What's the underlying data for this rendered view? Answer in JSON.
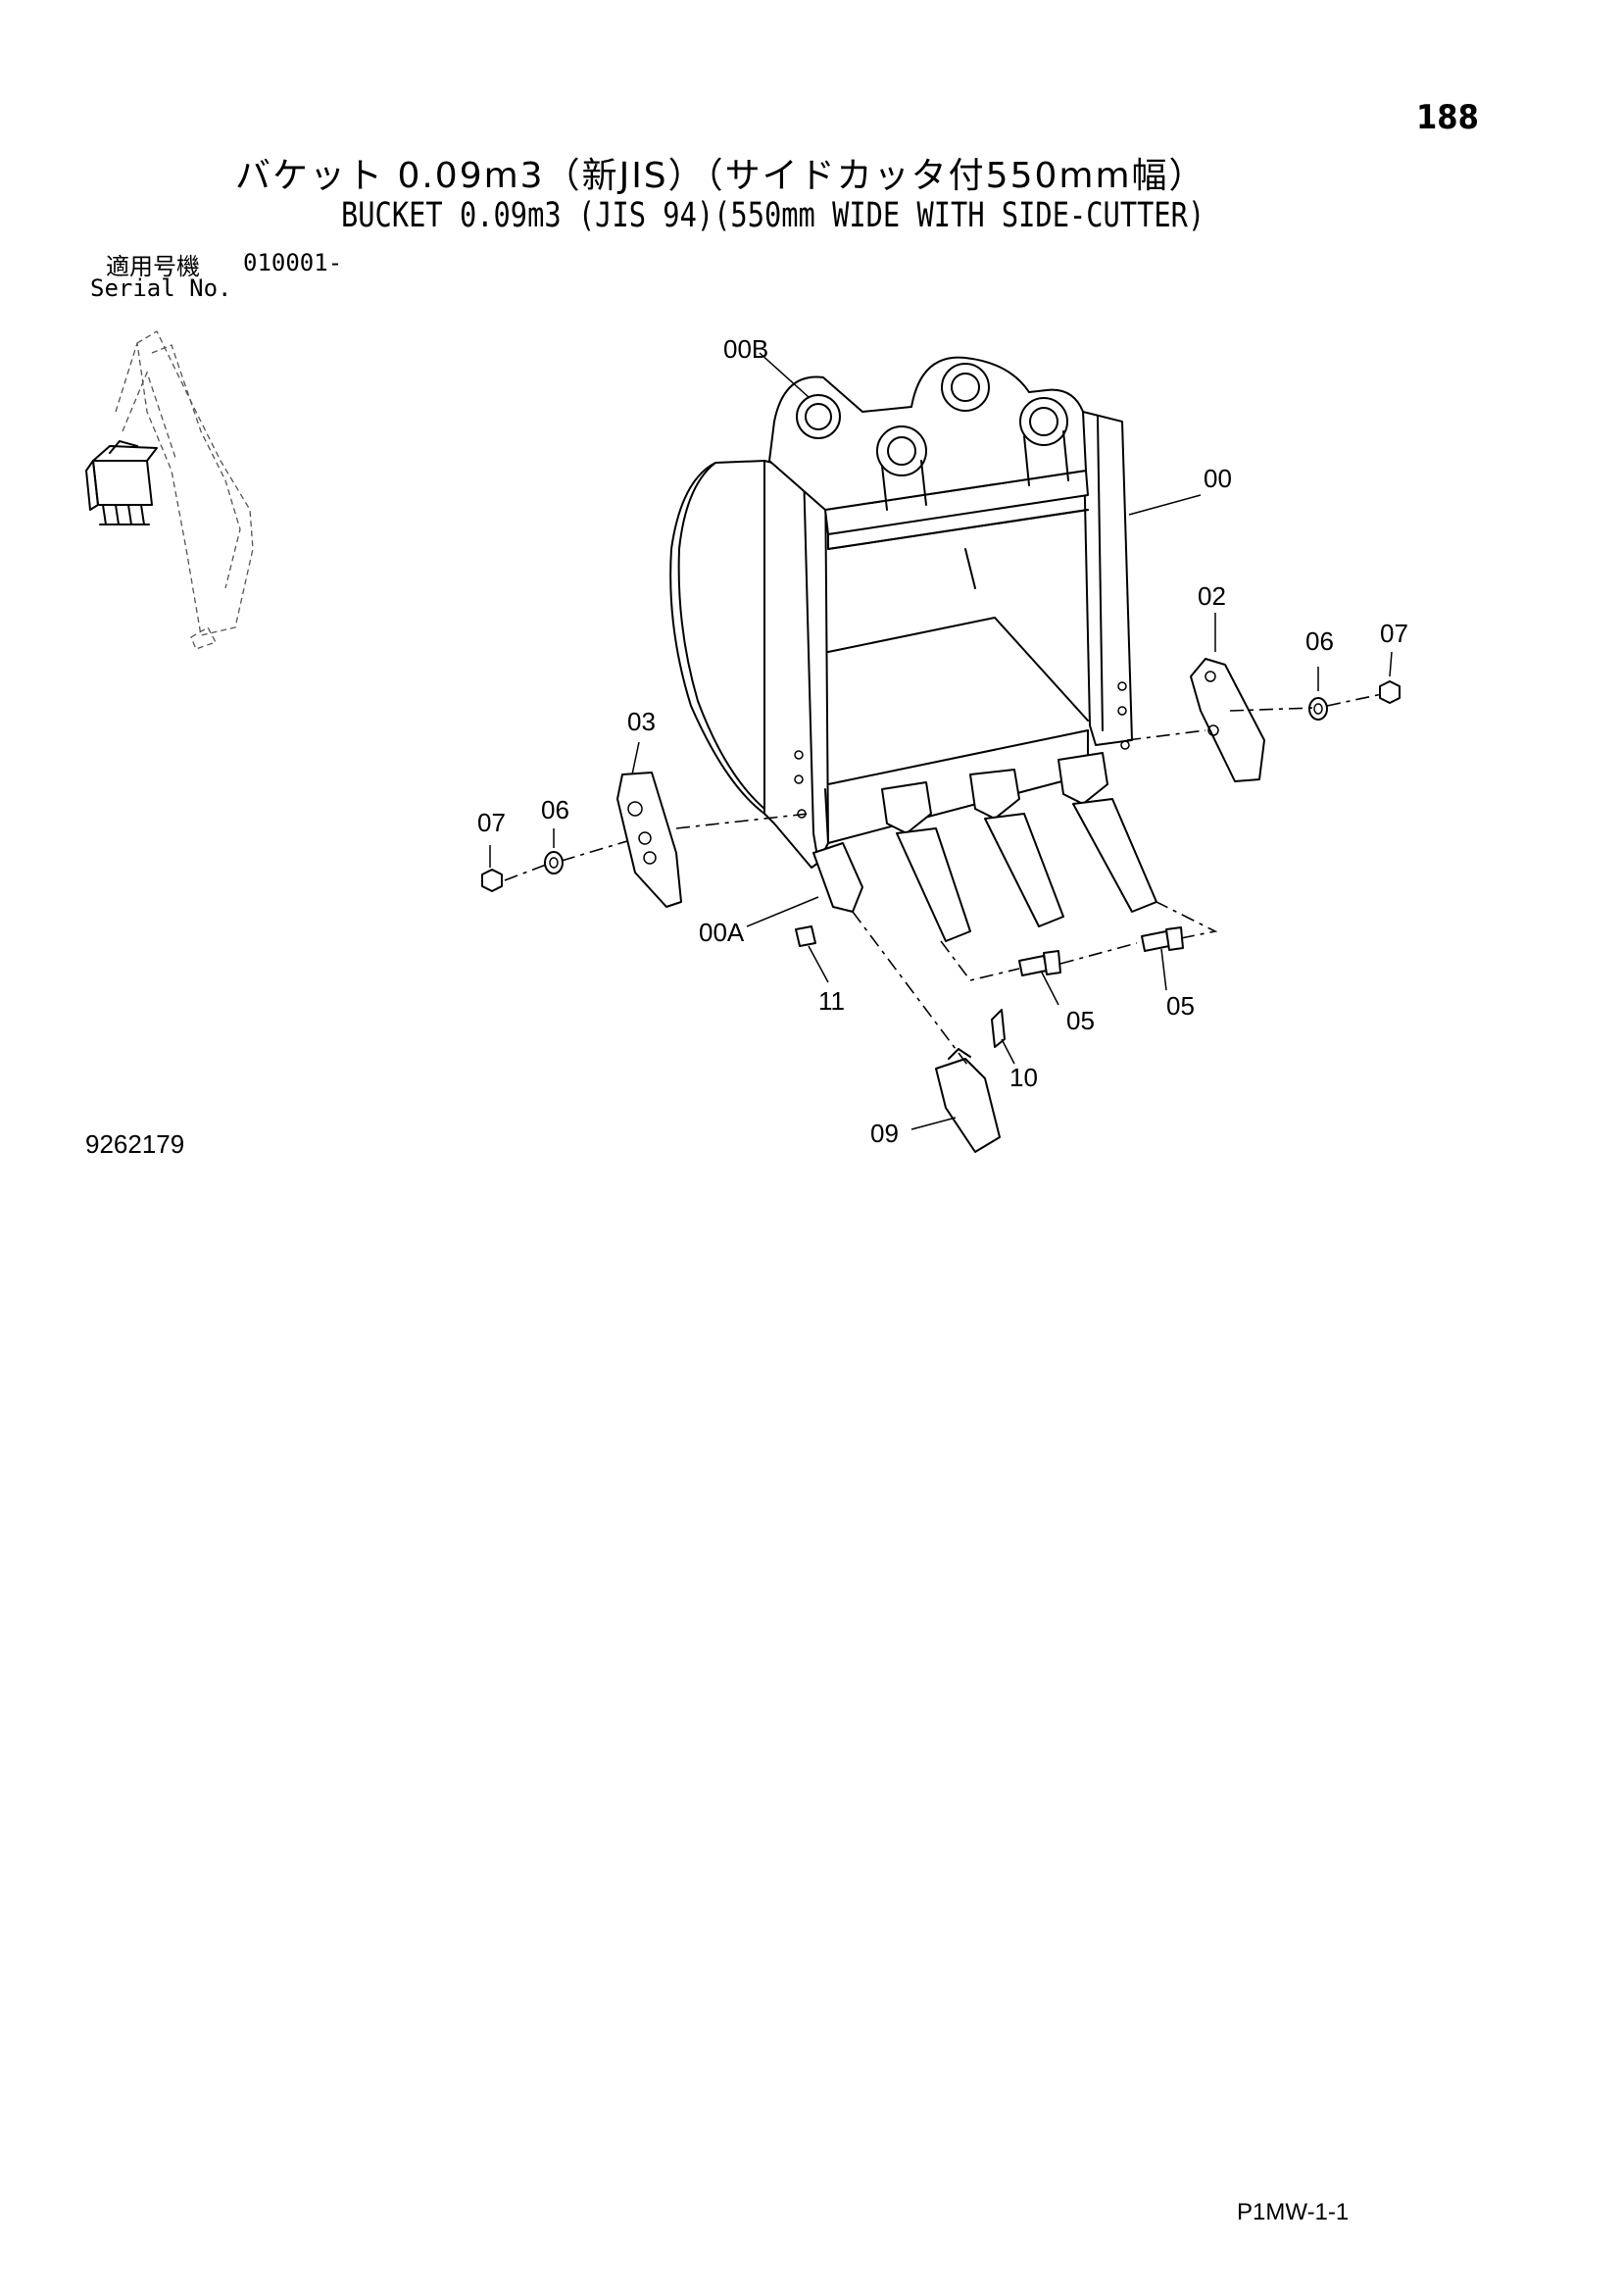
{
  "page_number": "188",
  "title_jp": "バケット 0.09m3（新JIS）（サイドカッタ付550mm幅）",
  "title_en": "BUCKET 0.09m3 (JIS 94)(550mm WIDE WITH SIDE-CUTTER)",
  "serial": {
    "label_jp": "適用号機",
    "label_en": "Serial No.",
    "value": "010001-"
  },
  "drawing_number": "9262179",
  "page_ref": "P1MW-1-1",
  "callouts": {
    "c00B": "00B",
    "c00": "00",
    "c02": "02",
    "c06r": "06",
    "c07r": "07",
    "c03": "03",
    "c07l": "07",
    "c06l": "06",
    "c00A": "00A",
    "c11": "11",
    "c05a": "05",
    "c05b": "05",
    "c10": "10",
    "c09": "09"
  }
}
